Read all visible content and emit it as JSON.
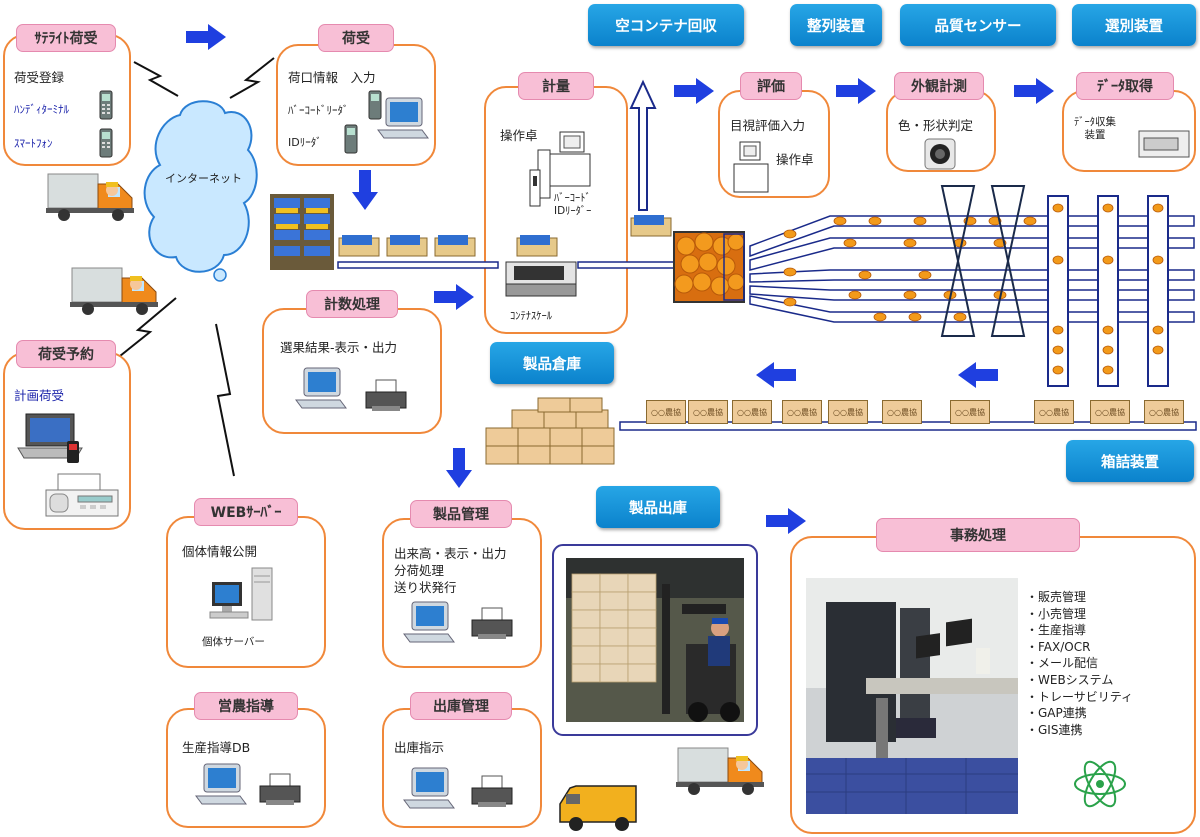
{
  "satellite": {
    "title": "ｻﾃﾗｲﾄ荷受",
    "items": [
      "荷受登録",
      "ﾊﾝﾃﾞｨﾀｰﾐﾅﾙ",
      "ｽﾏｰﾄﾌｫﾝ"
    ]
  },
  "cloud": {
    "label": "インターネット"
  },
  "reservation": {
    "title": "荷受予約",
    "item": "計画荷受"
  },
  "webserver": {
    "title": "WEBｻｰﾊﾞｰ",
    "item": "個体情報公開",
    "device": "個体サーバー"
  },
  "guidance": {
    "title": "営農指導",
    "item": "生産指導DB"
  },
  "receiving": {
    "title": "荷受",
    "items": [
      "荷口情報　入力",
      "ﾊﾞｰｺｰﾄﾞﾘｰﾀﾞ",
      "IDﾘｰﾀﾞ"
    ]
  },
  "counting": {
    "title": "計数処理",
    "item": "選果結果-表示・出力"
  },
  "weighing": {
    "title": "計量",
    "console": "操作卓",
    "reader": "ﾊﾞｰｺｰﾄﾞ\nIDﾘｰﾀﾞｰ",
    "scale": "ｺﾝﾃﾅｽｹｰﾙ"
  },
  "top_labels": [
    "空コンテナ回収",
    "整列装置",
    "品質センサー",
    "選別装置"
  ],
  "evaluation": {
    "title": "評価",
    "item": "目視評価入力",
    "console": "操作卓"
  },
  "appearance": {
    "title": "外観計測",
    "item": "色・形状判定"
  },
  "data_acq": {
    "title": "ﾃﾞｰﾀ取得",
    "item": "ﾃﾞｰﾀ収集\n装置"
  },
  "warehouse": {
    "label": "製品倉庫"
  },
  "packing": {
    "label": "箱詰装置"
  },
  "shipping": {
    "label": "製品出庫"
  },
  "product_mgmt": {
    "title": "製品管理",
    "items": [
      "出来高・表示・出力",
      "分荷処理",
      "送り状発行"
    ]
  },
  "shipment_mgmt": {
    "title": "出庫管理",
    "item": "出庫指示"
  },
  "office": {
    "title": "事務処理",
    "items": [
      "・販売管理",
      "・小売管理",
      "・生産指導",
      "・FAX/OCR",
      "・メール配信",
      "・WEBシステム",
      "・トレーサビリティ",
      "・GAP連携",
      "・GIS連携"
    ]
  },
  "box_label": "○○農協",
  "colors": {
    "card_border": "#f0883a",
    "tag_fill": "#f8bfd6",
    "arrow": "#1f3fe0",
    "label_fill": "#1591d9",
    "orange": "#f0a020",
    "conveyor": "#1a2a8a"
  }
}
